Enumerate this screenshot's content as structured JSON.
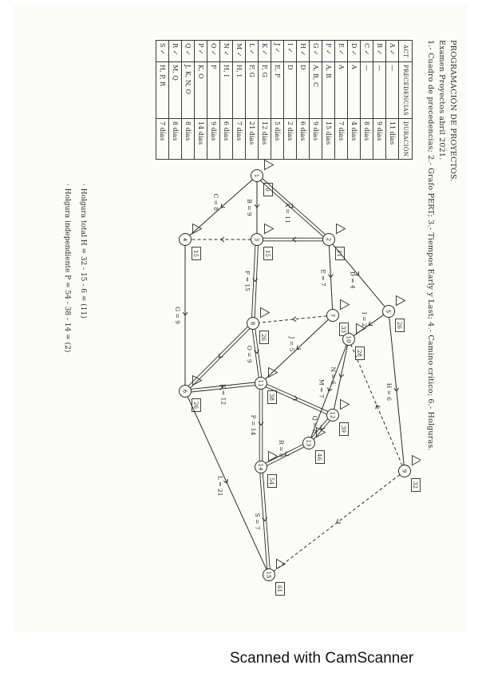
{
  "document": {
    "title": "PROGRAMACIÓN DE PROYECTOS.",
    "subtitle": "Examen Proyectos abril 2021.",
    "steps": "1.- Cuadro de precedencias; 2.- Grafo PERT; 3.- Tiempos Early y Last; 4.- Camino crítico; 6.- Holguras."
  },
  "table": {
    "headers": [
      "ACT",
      "PRECEDENCIAS",
      "DURACIÓN"
    ],
    "rows": [
      [
        "A ✓",
        "—",
        "11 días"
      ],
      [
        "B ✓",
        "—",
        "9 días"
      ],
      [
        "C ✓",
        "—",
        "8 días"
      ],
      [
        "D ✓",
        "A",
        "4 días"
      ],
      [
        "E ✓",
        "A",
        "7 días"
      ],
      [
        "F ✓",
        "A, B",
        "15 días"
      ],
      [
        "G ✓",
        "A, B, C",
        "9 días"
      ],
      [
        "H ✓",
        "D",
        "6 días"
      ],
      [
        "I ✓",
        "D",
        "2 días"
      ],
      [
        "J ✓",
        "E, F",
        "5 días"
      ],
      [
        "K ✓",
        "F, G",
        "12 días"
      ],
      [
        "L ✓",
        "F, G",
        "21 días"
      ],
      [
        "M ✓",
        "H, I",
        "7 días"
      ],
      [
        "N ✓",
        "H, I",
        "6 días"
      ],
      [
        "O ✓",
        "F",
        "9 días"
      ],
      [
        "P ✓",
        "K, O",
        "14 días"
      ],
      [
        "Q ✓",
        "J, K, N, O",
        "8 días"
      ],
      [
        "R ✓",
        "M, Q",
        "8 días"
      ],
      [
        "S ✓",
        "H, P, R",
        "7 días"
      ]
    ]
  },
  "network": {
    "nodes": [
      {
        "id": "1",
        "early": "0"
      },
      {
        "id": "2",
        "early": "11"
      },
      {
        "id": "3",
        "early": "15"
      },
      {
        "id": "4",
        "early": "15"
      },
      {
        "id": "5",
        "early": "26"
      },
      {
        "id": "6",
        "early": "26"
      },
      {
        "id": "7",
        "early": "33"
      },
      {
        "id": "8",
        "early": "26"
      },
      {
        "id": "9",
        "early": "32"
      },
      {
        "id": "10",
        "early": "28"
      },
      {
        "id": "11",
        "early": "38"
      },
      {
        "id": "12",
        "early": "39"
      },
      {
        "id": "13",
        "early": "46"
      },
      {
        "id": "14",
        "early": "54"
      },
      {
        "id": "15",
        "early": "61"
      }
    ],
    "edges": [
      {
        "label": "A = 11"
      },
      {
        "label": "B = 9"
      },
      {
        "label": "C = 8"
      },
      {
        "label": "D = 4"
      },
      {
        "label": "E = 7"
      },
      {
        "label": "F = 15"
      },
      {
        "label": "G = 9"
      },
      {
        "label": "H = 6"
      },
      {
        "label": "I = 2"
      },
      {
        "label": "J = 5"
      },
      {
        "label": "K = 12"
      },
      {
        "label": "L = 21"
      },
      {
        "label": "M = 7"
      },
      {
        "label": "N = 6"
      },
      {
        "label": "O = 9"
      },
      {
        "label": "P = 14"
      },
      {
        "label": "Q = 8"
      },
      {
        "label": "R = 8"
      },
      {
        "label": "S = 7"
      }
    ]
  },
  "notes": {
    "slack_total": "· Holgura total H = 32 - 15 - 6 = (11)",
    "slack_independent": "· Holgura independiente P = 54 - 38 - 14 = (2)"
  },
  "footer": "Scanned with CamScanner"
}
